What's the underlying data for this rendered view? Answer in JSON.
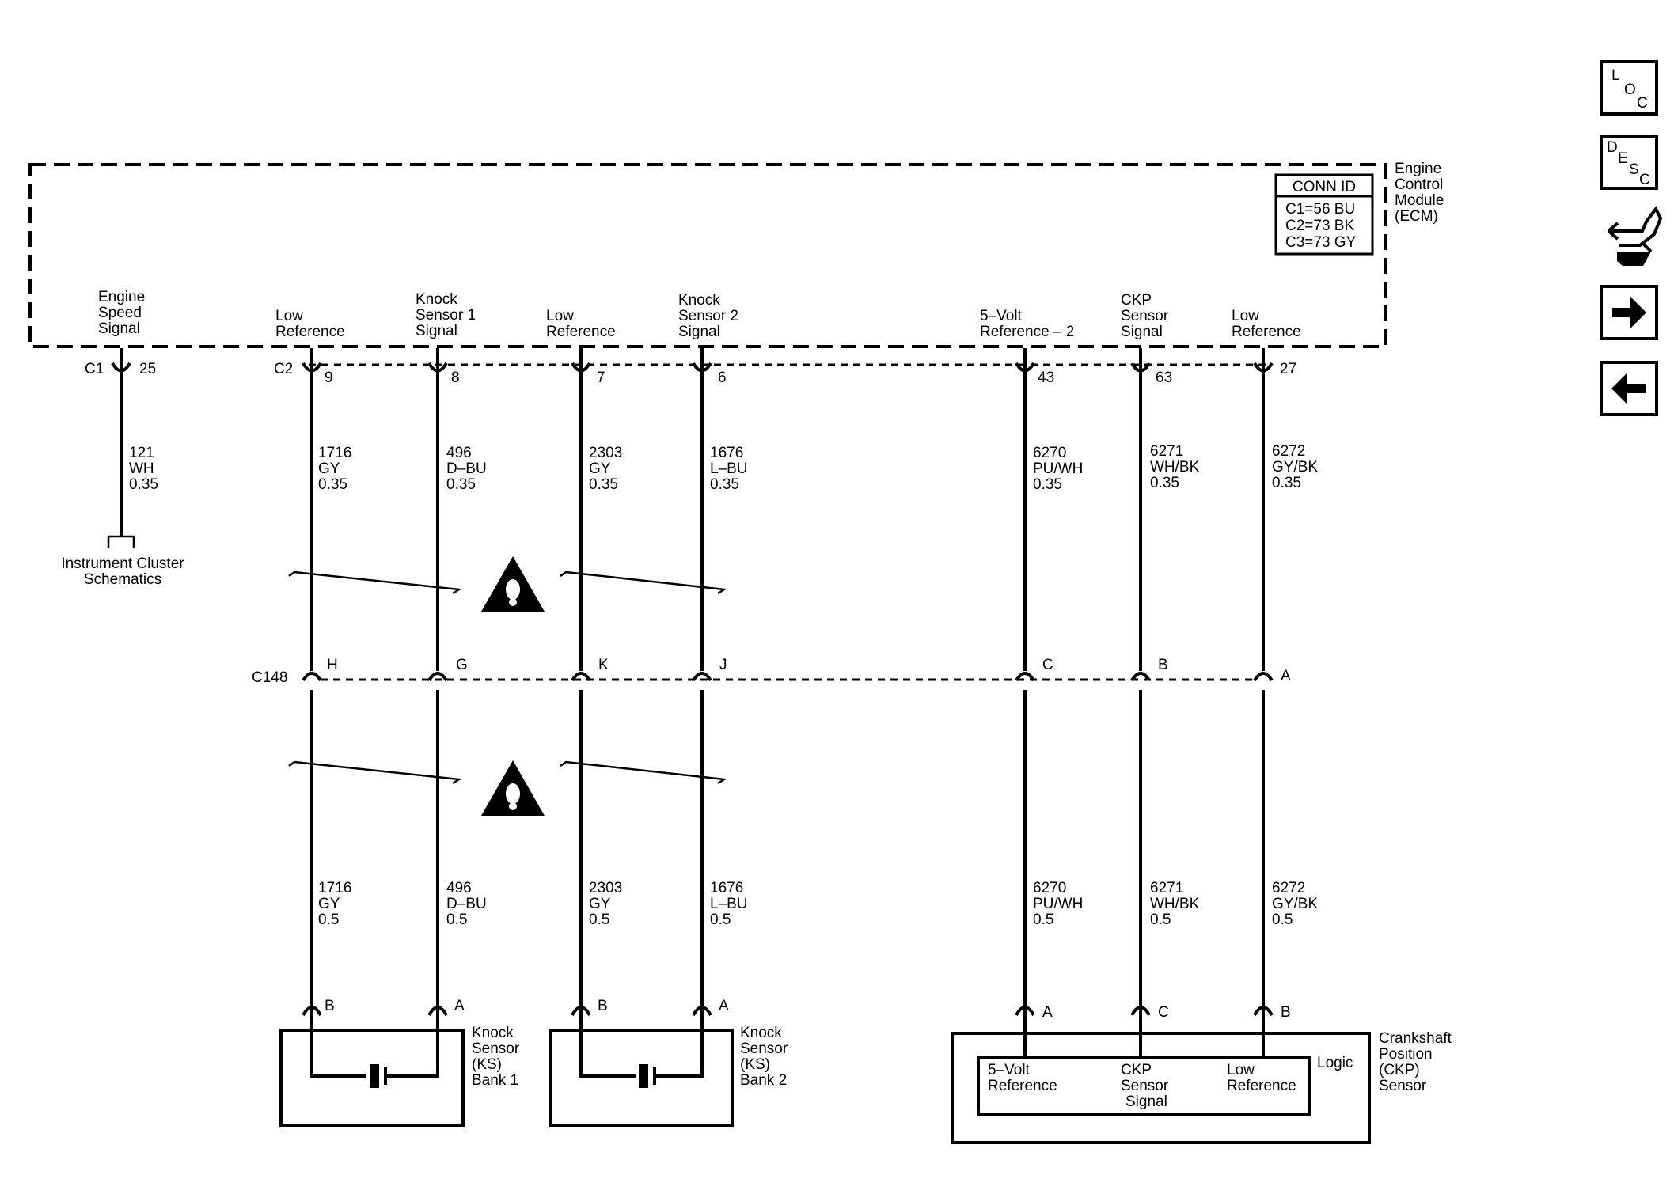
{
  "module": {
    "name_lines": [
      "Engine",
      "Control",
      "Module",
      "(ECM)"
    ],
    "conn_id": {
      "title": "CONN ID",
      "rows": [
        "C1=56 BU",
        "C2=73 BK",
        "C3=73 GY"
      ]
    }
  },
  "ecm_pins": [
    {
      "label_lines": [
        "Engine",
        "Speed",
        "Signal"
      ],
      "connector": "C1",
      "pin": "25"
    },
    {
      "label_lines": [
        "Low",
        "Reference"
      ],
      "connector": "C2",
      "pin": "9"
    },
    {
      "label_lines": [
        "Knock",
        "Sensor 1",
        "Signal"
      ],
      "connector": "",
      "pin": "8"
    },
    {
      "label_lines": [
        "Low",
        "Reference"
      ],
      "connector": "",
      "pin": "7"
    },
    {
      "label_lines": [
        "Knock",
        "Sensor 2",
        "Signal"
      ],
      "connector": "",
      "pin": "6"
    },
    {
      "label_lines": [
        "5–Volt",
        "Reference – 2"
      ],
      "connector": "",
      "pin": "43"
    },
    {
      "label_lines": [
        "CKP",
        "Sensor",
        "Signal"
      ],
      "connector": "",
      "pin": "63"
    },
    {
      "label_lines": [
        "Low",
        "Reference"
      ],
      "connector": "",
      "pin": "27"
    }
  ],
  "wires_upper": [
    [
      "121",
      "WH",
      "0.35"
    ],
    [
      "1716",
      "GY",
      "0.35"
    ],
    [
      "496",
      "D–BU",
      "0.35"
    ],
    [
      "2303",
      "GY",
      "0.35"
    ],
    [
      "1676",
      "L–BU",
      "0.35"
    ],
    [
      "6270",
      "PU/WH",
      "0.35"
    ],
    [
      "6271",
      "WH/BK",
      "0.35"
    ],
    [
      "6272",
      "GY/BK",
      "0.35"
    ]
  ],
  "instrument_cluster": [
    "Instrument Cluster",
    "Schematics"
  ],
  "inline_connector": {
    "name": "C148",
    "pins": [
      "H",
      "G",
      "K",
      "J",
      "C",
      "B",
      "A"
    ]
  },
  "wires_lower": [
    [
      "1716",
      "GY",
      "0.5"
    ],
    [
      "496",
      "D–BU",
      "0.5"
    ],
    [
      "2303",
      "GY",
      "0.5"
    ],
    [
      "1676",
      "L–BU",
      "0.5"
    ],
    [
      "6270",
      "PU/WH",
      "0.5"
    ],
    [
      "6271",
      "WH/BK",
      "0.5"
    ],
    [
      "6272",
      "GY/BK",
      "0.5"
    ]
  ],
  "knock_sensors": [
    {
      "pins": [
        "B",
        "A"
      ],
      "label_lines": [
        "Knock",
        "Sensor",
        "(KS)",
        "Bank 1"
      ]
    },
    {
      "pins": [
        "B",
        "A"
      ],
      "label_lines": [
        "Knock",
        "Sensor",
        "(KS)",
        "Bank 2"
      ]
    }
  ],
  "ckp_sensor": {
    "pins": [
      "A",
      "C",
      "B"
    ],
    "label_lines": [
      "Crankshaft",
      "Position",
      "(CKP)",
      "Sensor"
    ],
    "logic_label": "Logic",
    "inner_labels": [
      [
        "5–Volt",
        "Reference"
      ],
      [
        "CKP",
        "Sensor",
        "Signal"
      ],
      [
        "Low",
        "Reference"
      ]
    ]
  },
  "nav": {
    "loc": [
      "L",
      "O",
      "C"
    ],
    "desc": [
      "D",
      "E",
      "S",
      "C"
    ],
    "icons": [
      "component-swap-icon",
      "arrow-right-icon",
      "arrow-left-icon"
    ]
  }
}
